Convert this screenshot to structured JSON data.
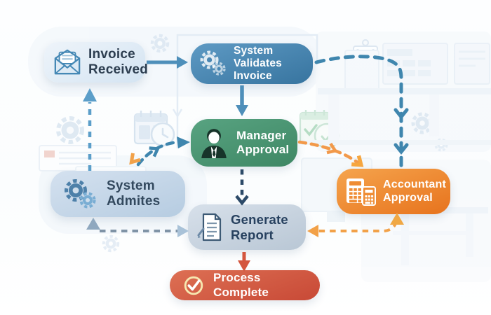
{
  "diagram": {
    "type": "flowchart",
    "nodes": [
      {
        "id": "invoice-received",
        "label": [
          "Invoice",
          "Received"
        ],
        "fill": "#dbe8f4",
        "text_color": "#2d3e50",
        "icon": "envelope-icon"
      },
      {
        "id": "system-validates-invoice",
        "label": [
          "System",
          "Validates Invoice"
        ],
        "fill": "#4886b4",
        "text_color": "#ffffff",
        "icon": "gears-icon"
      },
      {
        "id": "manager-approval",
        "label": [
          "Manager",
          "Approval"
        ],
        "fill": "#4f9b77",
        "text_color": "#ffffff",
        "icon": "person-icon"
      },
      {
        "id": "system-admites",
        "label": [
          "System",
          "Admites"
        ],
        "fill": "#c3d6e8",
        "text_color": "#33495e",
        "icon": "gears-icon"
      },
      {
        "id": "accountant-approval",
        "label": [
          "Accountant",
          "Approval"
        ],
        "fill": "#ef8c33",
        "text_color": "#ffffff",
        "icon": "calculator-icon"
      },
      {
        "id": "generate-report",
        "label": [
          "Generate",
          "Report"
        ],
        "fill": "#c8d3e0",
        "text_color": "#27415f",
        "icon": "document-icon"
      },
      {
        "id": "process-complete",
        "label": [
          "Process Complete"
        ],
        "fill": "#d35a44",
        "text_color": "#ffffff",
        "icon": "check-circle-icon"
      }
    ],
    "edges": [
      {
        "from": "invoice-received",
        "to": "system-validates-invoice",
        "style": "solid",
        "color": "#4e8fba"
      },
      {
        "from": "system-validates-invoice",
        "to": "manager-approval",
        "style": "solid",
        "color": "#4e8fba"
      },
      {
        "from": "system-validates-invoice",
        "to": "accountant-approval",
        "style": "dashed",
        "color": "#3f86ae"
      },
      {
        "from": "manager-approval",
        "to": "generate-report",
        "style": "dashed",
        "color": "#2c4a68"
      },
      {
        "from": "system-admites",
        "to": "invoice-received",
        "style": "dashed",
        "color": "#5b9ec9"
      },
      {
        "from": "system-admites",
        "to": "manager-approval",
        "style": "dashed",
        "color": "#3f86ae"
      },
      {
        "from": "manager-approval",
        "to": "system-admites",
        "style": "dashed",
        "color": "#f2a148"
      },
      {
        "from": "manager-approval",
        "to": "accountant-approval",
        "style": "dashed",
        "color": "#f2994a"
      },
      {
        "from": "generate-report",
        "to": "system-admites",
        "style": "dashed",
        "color": "#8fa8bf"
      },
      {
        "from": "system-admites",
        "to": "generate-report",
        "style": "dashed",
        "color": "#a9c2d8"
      },
      {
        "from": "accountant-approval",
        "to": "generate-report",
        "style": "dashed",
        "color": "#f2a148"
      },
      {
        "from": "generate-report",
        "to": "accountant-approval",
        "style": "dashed",
        "color": "#f2a148"
      },
      {
        "from": "generate-report",
        "to": "process-complete",
        "style": "solid",
        "color": "#d4563f"
      }
    ]
  }
}
